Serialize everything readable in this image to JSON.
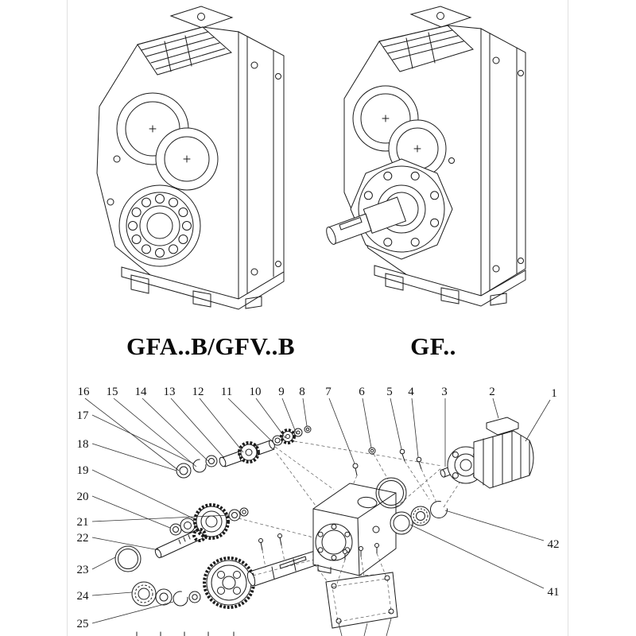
{
  "colors": {
    "line": "#1c1c1c",
    "background": "#ffffff"
  },
  "captions": {
    "left_model": "GFA..B/GFV..B",
    "right_model": "GF.."
  },
  "exploded": {
    "top_row": [
      "16",
      "15",
      "14",
      "13",
      "12",
      "11",
      "10",
      "9",
      "8",
      "7",
      "6",
      "5",
      "4",
      "3",
      "2",
      "1"
    ],
    "left_column": [
      "17",
      "18",
      "19",
      "20",
      "21",
      "22",
      "23",
      "24",
      "25"
    ],
    "right_column": [
      "42",
      "41"
    ]
  }
}
